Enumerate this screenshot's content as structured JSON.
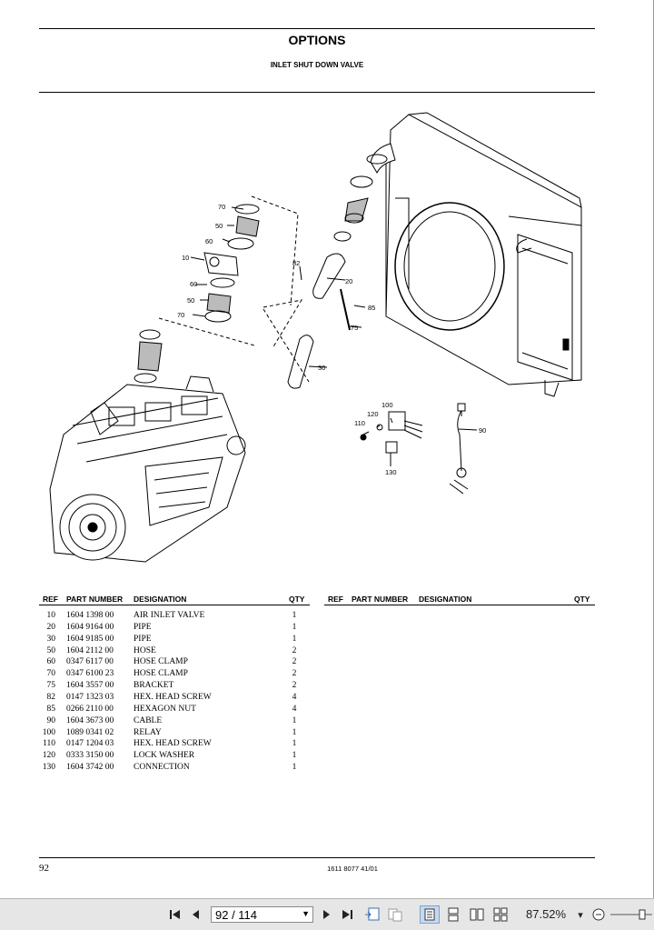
{
  "document": {
    "title": "OPTIONS",
    "subtitle": "INLET SHUT DOWN VALVE",
    "page_number": "92",
    "doc_code": "1611 8077 41/01"
  },
  "callouts": [
    "70",
    "50",
    "60",
    "10",
    "60",
    "50",
    "70",
    "82",
    "20",
    "85",
    "75",
    "30",
    "100",
    "120",
    "110",
    "130",
    "90"
  ],
  "table": {
    "headers": {
      "ref": "REF",
      "part_number": "PART NUMBER",
      "designation": "DESIGNATION",
      "qty": "QTY"
    },
    "rows": [
      {
        "ref": "10",
        "pn": "1604 1398 00",
        "des": "AIR INLET VALVE",
        "qty": "1"
      },
      {
        "ref": "20",
        "pn": "1604 9164 00",
        "des": "PIPE",
        "qty": "1"
      },
      {
        "ref": "30",
        "pn": "1604 9185 00",
        "des": "PIPE",
        "qty": "1"
      },
      {
        "ref": "50",
        "pn": "1604 2112 00",
        "des": "HOSE",
        "qty": "2"
      },
      {
        "ref": "60",
        "pn": "0347 6117 00",
        "des": "HOSE CLAMP",
        "qty": "2"
      },
      {
        "ref": "70",
        "pn": "0347 6100 23",
        "des": "HOSE CLAMP",
        "qty": "2"
      },
      {
        "ref": "75",
        "pn": "1604 3557 00",
        "des": "BRACKET",
        "qty": "2"
      },
      {
        "ref": "82",
        "pn": "0147 1323 03",
        "des": "HEX. HEAD SCREW",
        "qty": "4"
      },
      {
        "ref": "85",
        "pn": "0266 2110 00",
        "des": "HEXAGON NUT",
        "qty": "4"
      },
      {
        "ref": "90",
        "pn": "1604 3673 00",
        "des": "CABLE",
        "qty": "1"
      },
      {
        "ref": "100",
        "pn": "1089 0341 02",
        "des": "RELAY",
        "qty": "1"
      },
      {
        "ref": "110",
        "pn": "0147 1204 03",
        "des": "HEX. HEAD SCREW",
        "qty": "1"
      },
      {
        "ref": "120",
        "pn": "0333 3150 00",
        "des": "LOCK WASHER",
        "qty": "1"
      },
      {
        "ref": "130",
        "pn": "1604 3742 00",
        "des": "CONNECTION",
        "qty": "1"
      }
    ]
  },
  "toolbar": {
    "page_field": "92 / 114",
    "zoom_level": "87.52%",
    "icons": [
      "first-page-icon",
      "prev-page-icon",
      "next-page-icon",
      "last-page-icon",
      "fit-page-icon",
      "rotate-icon",
      "single-page-icon",
      "continuous-icon",
      "two-page-icon",
      "two-page-continuous-icon",
      "zoom-out-icon",
      "zoom-slider"
    ]
  }
}
